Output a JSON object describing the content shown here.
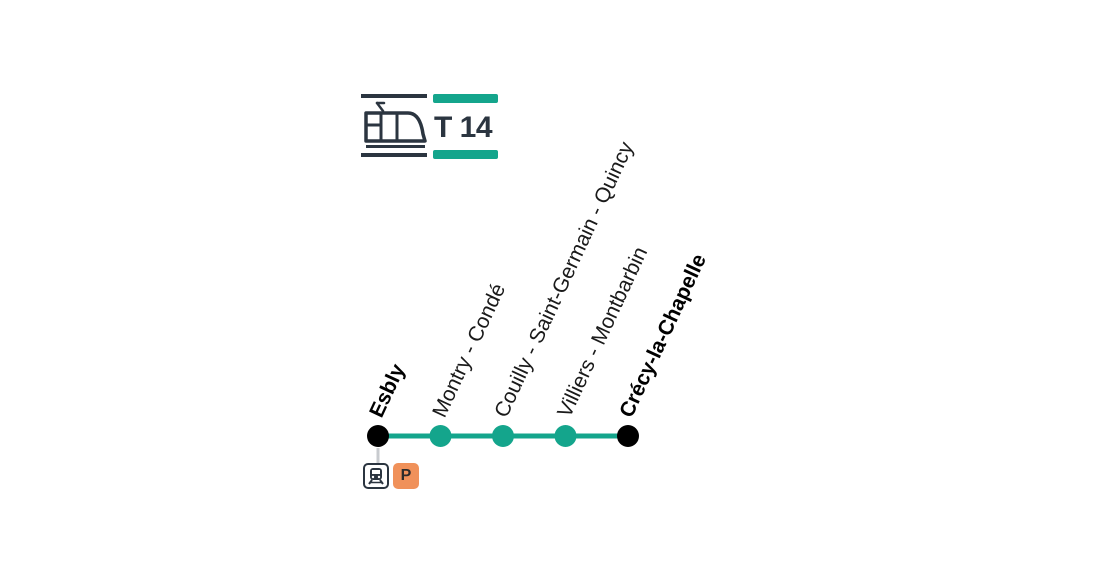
{
  "line": {
    "name": "T 14",
    "mode_icon": "tram-icon",
    "color": "#14a58c",
    "dark": "#2b3540"
  },
  "stations": [
    {
      "name": "Esbly",
      "terminus": true
    },
    {
      "name": "Montry - Condé",
      "terminus": false
    },
    {
      "name": "Couilly - Saint-Germain - Quincy",
      "terminus": false
    },
    {
      "name": "Villiers - Montbarbin",
      "terminus": false
    },
    {
      "name": "Crécy-la-Chapelle",
      "terminus": true
    }
  ],
  "connections": [
    {
      "icon": "train-icon",
      "color": "#2b3540"
    },
    {
      "icon": "parking-icon",
      "label": "P",
      "color": "#f0915a"
    }
  ]
}
